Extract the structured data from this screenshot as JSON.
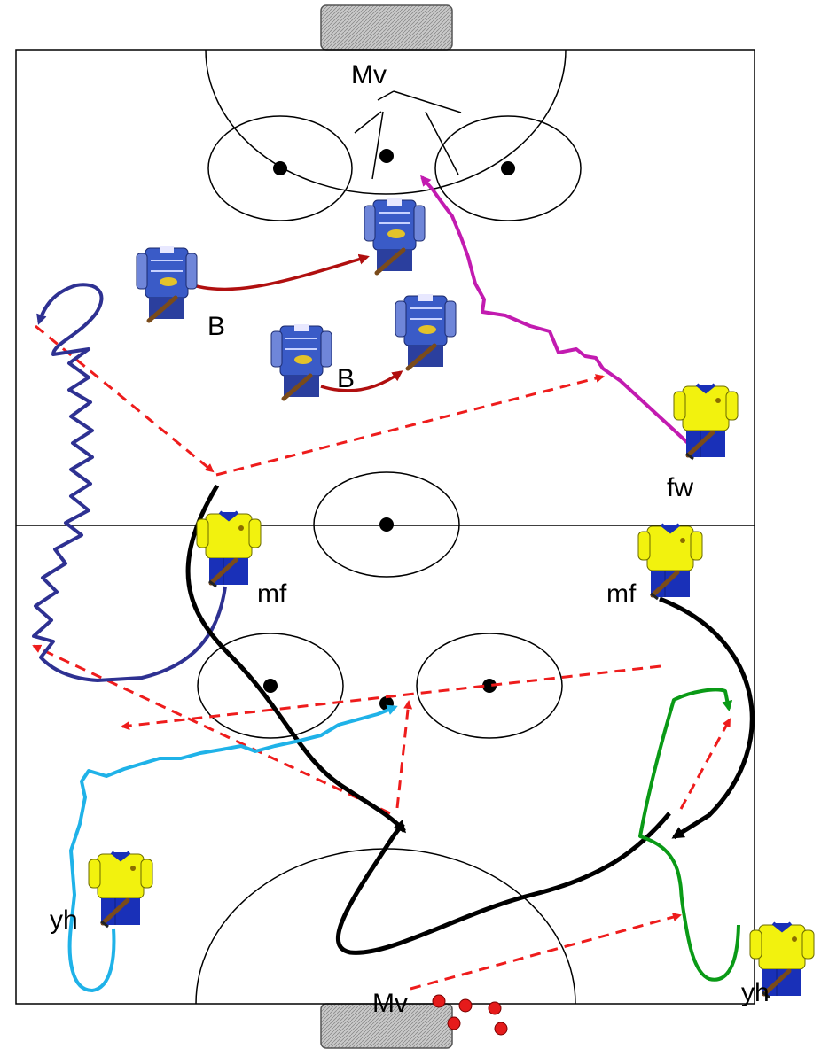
{
  "labels": {
    "mv_top": "Mv",
    "mv_bottom": "Mv",
    "b1": "B",
    "b2": "B",
    "fw": "fw",
    "mf_left": "mf",
    "mf_right": "mf",
    "yh_left": "yh",
    "yh_right": "yh"
  },
  "colors": {
    "pass_dashed": "#ee1c1c",
    "run_black": "#000000",
    "run_navy": "#2e3192",
    "run_cyan": "#1fb2e8",
    "run_green": "#0a9a16",
    "run_magenta": "#c21bb0",
    "run_darkred": "#b00f0f",
    "jersey_yellow": "#f2f20e",
    "shorts_blue": "#1930b8",
    "jersey_blue": "#3a5bc7",
    "ball_red": "#e51b1b",
    "goal_gray": "#bdbdbd"
  },
  "icons": {
    "attacker": "yellow-jersey-player-icon",
    "defender": "blue-jersey-player-icon",
    "ball": "ball-icon",
    "goal": "goal-icon"
  }
}
